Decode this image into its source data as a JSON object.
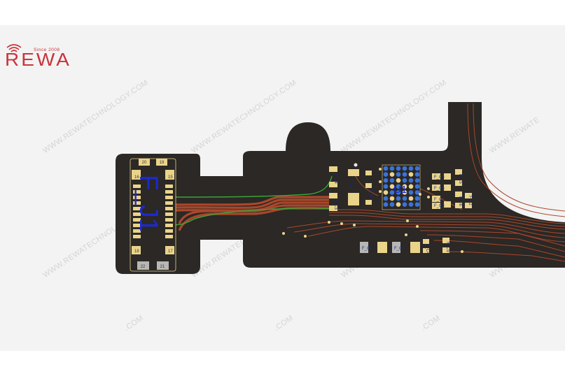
{
  "brand": {
    "tagline": "Since 2008",
    "name": "REWA",
    "accent": "#c9343b"
  },
  "watermark": {
    "text": "WWW.REWATECHNOLOGY.COM",
    "fragment": ".COM",
    "fragment_right": "WWW.REWATE",
    "color": "#d4d4d4"
  },
  "board": {
    "substrate_color": "#2b2825",
    "pad_color": "#ead48a",
    "trace_green": "#3aa33a",
    "trace_red": "#a9472b",
    "connector": {
      "ref_label": "F_J1",
      "pins": {
        "top_left": "20",
        "top_right": "19",
        "left_upper": "16",
        "right_upper": "15",
        "left_lower": "18",
        "right_lower": "17",
        "bottom_left": "22",
        "bottom_right": "21"
      }
    },
    "components": {
      "ic": "U1",
      "f_l4": "F_L4",
      "f_l1": "F_L1",
      "f_c3_small": "F_C3",
      "f_c1_small": "F_C1",
      "f_c5": "F_C5",
      "f_c6": "F_C6",
      "f_c7": "F_C7",
      "f_c8": "F_C8",
      "f_c2": "F_C2",
      "f_c3": "F_C3",
      "f_c4": "F_C4",
      "f_c9": "F_C9",
      "f_c10": "F_C10",
      "f_l5": "F_L5",
      "f_l6": "F_L6",
      "f_l2": "F_L2",
      "f_r1": "F_R1"
    }
  }
}
